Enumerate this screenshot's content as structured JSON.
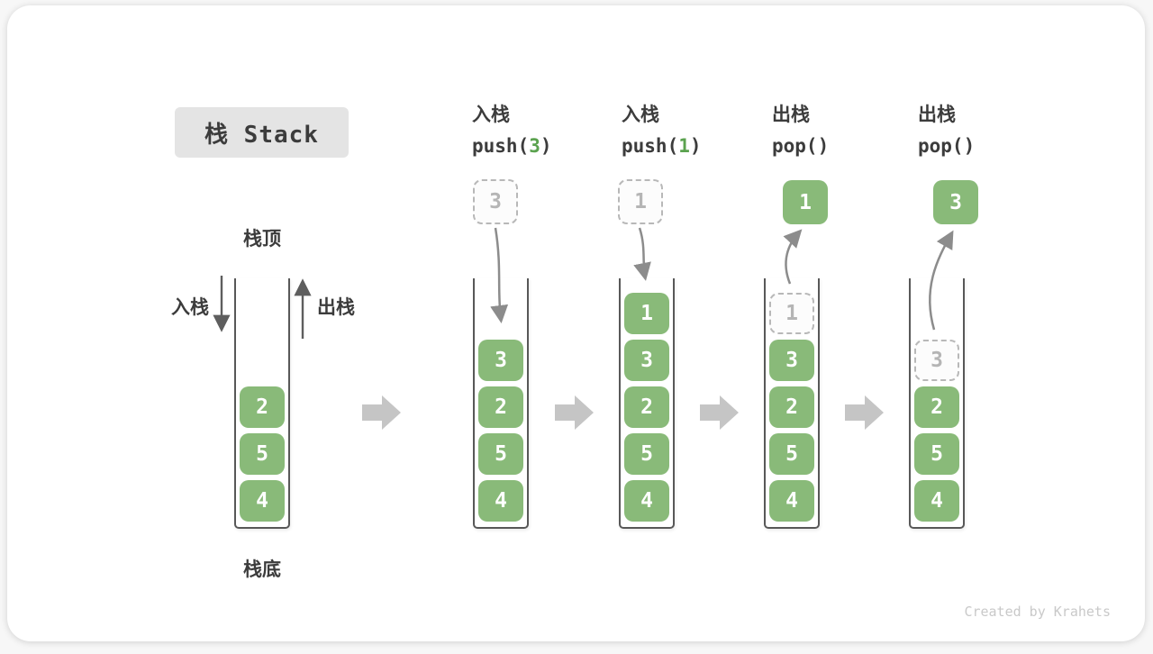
{
  "title": "栈 Stack",
  "labels": {
    "stack_top": "栈顶",
    "stack_bottom": "栈底",
    "push_side": "入栈",
    "pop_side": "出栈"
  },
  "operations": [
    {
      "action": "入栈",
      "code_pre": "push(",
      "code_arg": "3",
      "code_post": ")"
    },
    {
      "action": "入栈",
      "code_pre": "push(",
      "code_arg": "1",
      "code_post": ")"
    },
    {
      "action": "出栈",
      "code_pre": "pop(",
      "code_arg": "",
      "code_post": ")"
    },
    {
      "action": "出栈",
      "code_pre": "pop(",
      "code_arg": "",
      "code_post": ")"
    }
  ],
  "stacks": [
    {
      "cells": [
        {
          "v": "2"
        },
        {
          "v": "5"
        },
        {
          "v": "4"
        }
      ]
    },
    {
      "cells": [
        {
          "v": "3"
        },
        {
          "v": "2"
        },
        {
          "v": "5"
        },
        {
          "v": "4"
        }
      ]
    },
    {
      "cells": [
        {
          "v": "1"
        },
        {
          "v": "3"
        },
        {
          "v": "2"
        },
        {
          "v": "5"
        },
        {
          "v": "4"
        }
      ]
    },
    {
      "cells": [
        {
          "v": "1",
          "ghost": true
        },
        {
          "v": "3"
        },
        {
          "v": "2"
        },
        {
          "v": "5"
        },
        {
          "v": "4"
        }
      ]
    },
    {
      "cells": [
        {
          "v": "3",
          "ghost": true
        },
        {
          "v": "2"
        },
        {
          "v": "5"
        },
        {
          "v": "4"
        }
      ]
    }
  ],
  "floating_boxes": [
    {
      "v": "3",
      "variant": "dashed"
    },
    {
      "v": "1",
      "variant": "dashed"
    },
    {
      "v": "1",
      "variant": "solid"
    },
    {
      "v": "3",
      "variant": "solid"
    }
  ],
  "icons": {
    "step_arrow": "block-right-arrow",
    "push_arrow": "down-arrow",
    "pop_arrow": "up-arrow"
  },
  "footer": "Created by Krahets",
  "colors": {
    "cell_green": "#89ba79",
    "code_green": "#5ba24f",
    "dark_text": "#3c3c3c",
    "title_bg": "#e4e4e4",
    "wall": "#585858",
    "ghost_border": "#b8b8b8",
    "ghost_text": "#b5b5b5",
    "arrow_gray": "#8c8c8c",
    "arrow_dark": "#5e5e5e",
    "block_arrow": "#c5c5c5",
    "footer_text": "#c9c9c9"
  }
}
